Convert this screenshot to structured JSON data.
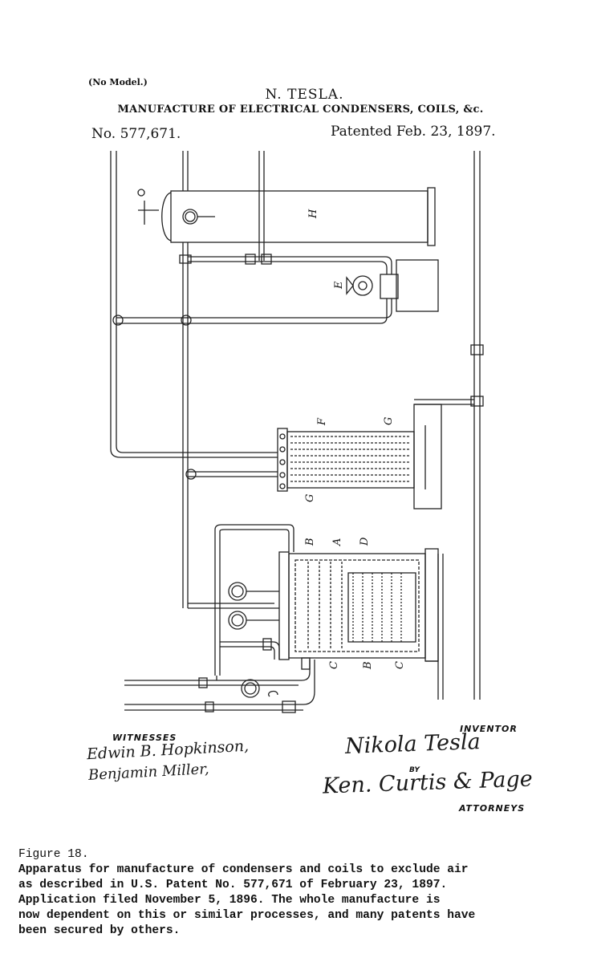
{
  "header": {
    "model_note": "(No Model.)",
    "inventor": "N. TESLA.",
    "title": "MANUFACTURE OF ELECTRICAL CONDENSERS, COILS, &c.",
    "patent_number": "No. 577,671.",
    "patent_date": "Patented Feb. 23, 1897."
  },
  "drawing": {
    "labels": {
      "H": "H",
      "E": "E",
      "F": "F",
      "G1": "G",
      "G2": "G",
      "B1": "B",
      "A": "A",
      "D": "D",
      "C1": "C",
      "B2": "B",
      "C2": "C"
    }
  },
  "signatures": {
    "witnesses_label": "WITNESSES",
    "witness_1": "Edwin B. Hopkinson,",
    "witness_2": "Benjamin Miller,",
    "inventor_label": "INVENTOR",
    "inventor_signature": "Nikola Tesla",
    "by_label": "BY",
    "attorneys_signature": "Ken. Curtis & Page",
    "attorneys_label": "ATTORNEYS"
  },
  "caption": {
    "label": "Figure 18.",
    "text": "Apparatus for manufacture of condensers and coils to exclude air\nas described in U.S. Patent No. 577,671 of February 23, 1897.\nApplication filed November 5, 1896.  The whole manufacture is\nnow dependent on this or similar processes, and many patents have\nbeen secured by others."
  }
}
